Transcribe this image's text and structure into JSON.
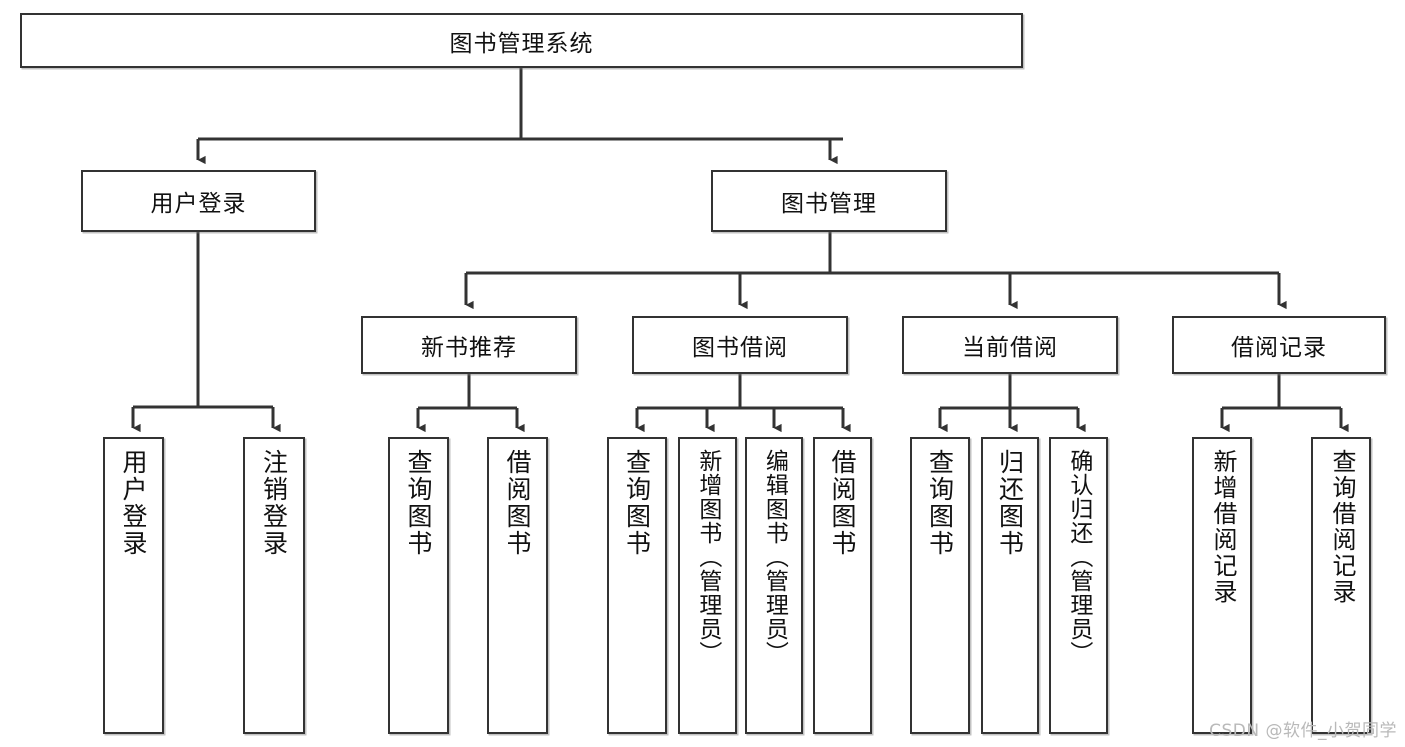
{
  "diagram": {
    "type": "tree-hierarchy",
    "title": "图书管理系统",
    "root": {
      "id": "root",
      "label": "图书管理系统"
    },
    "level2": [
      {
        "id": "user-login",
        "label": "用户登录"
      },
      {
        "id": "book-manage",
        "label": "图书管理"
      }
    ],
    "level3": [
      {
        "id": "new-book-recommend",
        "label": "新书推荐",
        "parent": "book-manage"
      },
      {
        "id": "book-borrow",
        "label": "图书借阅",
        "parent": "book-manage"
      },
      {
        "id": "current-borrow",
        "label": "当前借阅",
        "parent": "book-manage"
      },
      {
        "id": "borrow-record",
        "label": "借阅记录",
        "parent": "book-manage"
      }
    ],
    "leaves": {
      "user_login": [
        {
          "id": "leaf-user-login",
          "label": "用户登录"
        },
        {
          "id": "leaf-logout",
          "label": "注销登录"
        }
      ],
      "new_book_recommend": [
        {
          "id": "leaf-query-book-1",
          "label": "查询图书"
        },
        {
          "id": "leaf-borrow-book-1",
          "label": "借阅图书"
        }
      ],
      "book_borrow": [
        {
          "id": "leaf-query-book-2",
          "label": "查询图书"
        },
        {
          "id": "leaf-add-book",
          "label": "新增图书（管理员）"
        },
        {
          "id": "leaf-edit-book",
          "label": "编辑图书（管理员）"
        },
        {
          "id": "leaf-borrow-book-2",
          "label": "借阅图书"
        }
      ],
      "current_borrow": [
        {
          "id": "leaf-query-book-3",
          "label": "查询图书"
        },
        {
          "id": "leaf-return-book",
          "label": "归还图书"
        },
        {
          "id": "leaf-confirm-return",
          "label": "确认归还（管理员）"
        }
      ],
      "borrow_record": [
        {
          "id": "leaf-add-record",
          "label": "新增借阅记录"
        },
        {
          "id": "leaf-query-record",
          "label": "查询借阅记录"
        }
      ]
    }
  },
  "watermark": {
    "text": "CSDN @软件_小贺同学"
  },
  "colors": {
    "background": "#ffffff",
    "box_border": "#333333",
    "box_fill": "#ffffff",
    "connector": "#333333",
    "text": "#111111",
    "watermark": "#b9b9b9"
  }
}
